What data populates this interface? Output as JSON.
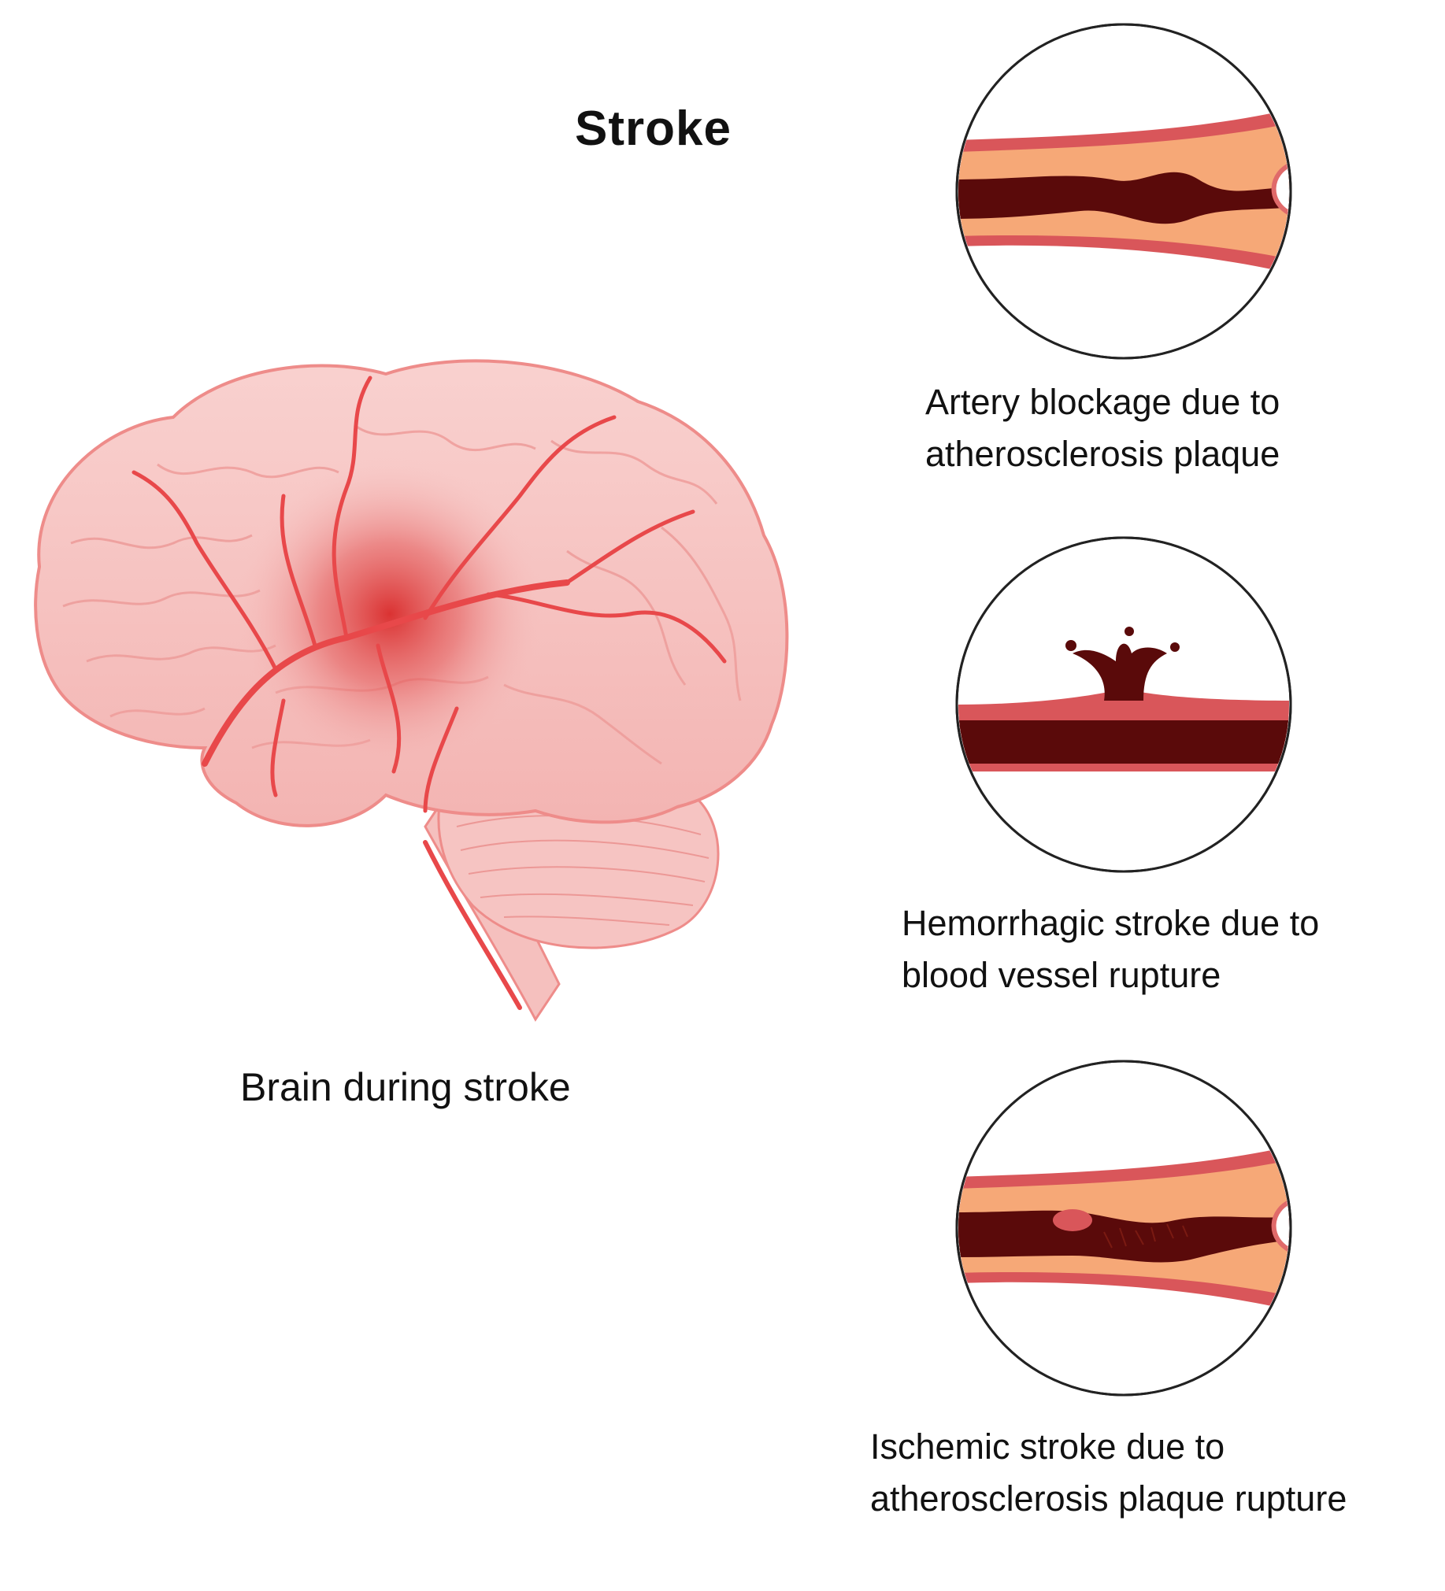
{
  "title": "Stroke",
  "brain_label": "Brain during stroke",
  "panels": [
    {
      "caption_lines": [
        "Artery blockage due to",
        "atherosclerosis plaque"
      ]
    },
    {
      "caption_lines": [
        "Hemorrhagic stroke due to",
        "blood vessel rupture"
      ]
    },
    {
      "caption_lines": [
        "Ischemic stroke due to",
        "atherosclerosis plaque rupture"
      ]
    }
  ],
  "colors": {
    "brain_fill": "#f7c6c4",
    "brain_stroke": "#ee8c8a",
    "vessel_red": "#e8484a",
    "vessel_wall": "#d9565a",
    "blood_dark": "#5a0a0a",
    "plaque": "#f6a877",
    "hotspot": "#d92b2b"
  }
}
